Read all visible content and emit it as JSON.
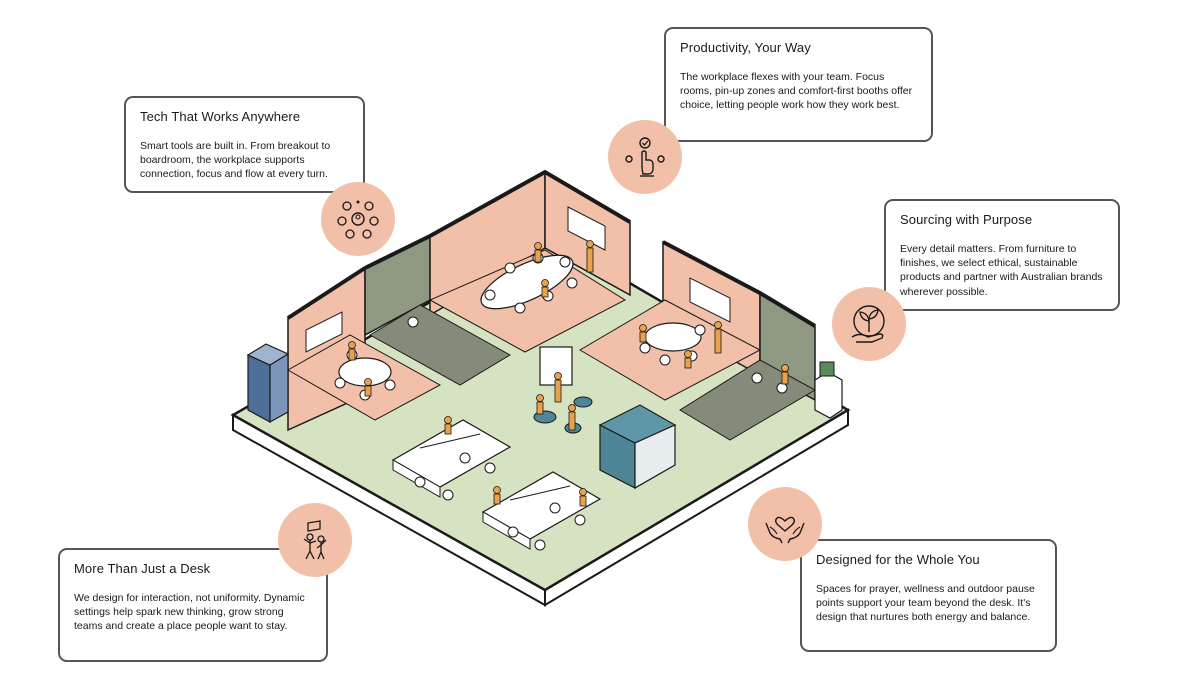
{
  "cards": [
    {
      "id": "productivity",
      "title": "Productivity, Your Way",
      "body": "The workplace flexes with your team. Focus rooms, pin-up zones and comfort-first booths offer choice, letting people work how they work best.",
      "icon": "hand-touch-icon"
    },
    {
      "id": "tech",
      "title": "Tech That Works Anywhere",
      "body": "Smart tools are built in. From breakout to boardroom, the workplace supports connection, focus and flow at every turn.",
      "icon": "people-network-icon"
    },
    {
      "id": "sourcing",
      "title": "Sourcing with Purpose",
      "body": "Every detail matters. From furniture to finishes, we select ethical, sustainable products and partner with Australian brands wherever possible.",
      "icon": "plant-in-hand-icon"
    },
    {
      "id": "desk",
      "title": "More Than Just a Desk",
      "body": "We design for interaction, not uniformity. Dynamic settings help spark new thinking, grow strong teams and create a place people want to stay.",
      "icon": "people-celebrating-icon"
    },
    {
      "id": "whole-you",
      "title": "Designed for the Whole You",
      "body": "Spaces for prayer, wellness and outdoor pause points support your team beyond the desk. It's design that nurtures both energy and balance.",
      "icon": "hands-heart-icon"
    }
  ],
  "colors": {
    "accent": "#f2c0a8",
    "floor": "#d6e3c2",
    "wall_pink": "#f2c0a8",
    "wall_grey": "#9aa08a",
    "outline": "#1a1a1a",
    "card_border": "#555555",
    "booth_teal": "#4e8597",
    "figure_orange": "#e8a24c"
  }
}
